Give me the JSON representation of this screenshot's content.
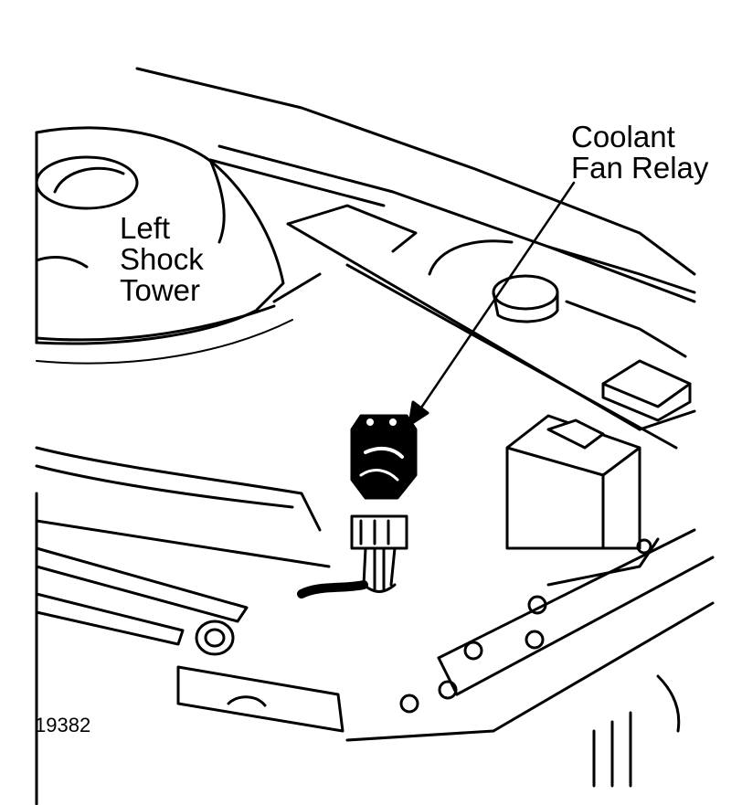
{
  "labels": {
    "relay_line1": "Coolant",
    "relay_line2": "Fan Relay",
    "shock_line1": "Left",
    "shock_line2": "Shock",
    "shock_line3": "Tower"
  },
  "figure_number": "19382",
  "colors": {
    "ink": "#000000",
    "paper": "#ffffff"
  }
}
